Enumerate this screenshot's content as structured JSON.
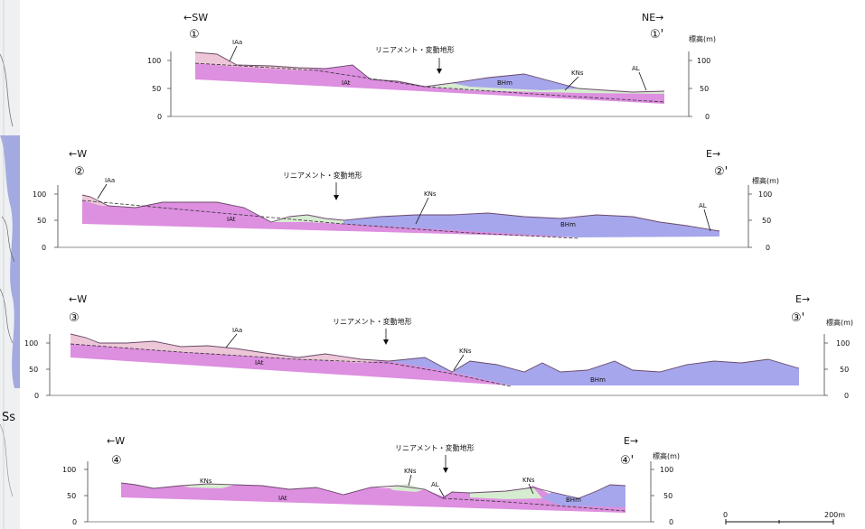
{
  "map_edge_label": "Ss",
  "sections": [
    {
      "id": 1,
      "left_direction": "←SW",
      "right_direction": "NE→",
      "start_point": "①",
      "end_point": "①'",
      "unit_label": "標高(m)",
      "lineament_label": "リニアメント・変動地形",
      "left_ticks": [
        "100",
        "50",
        "0"
      ],
      "right_ticks": [
        "100",
        "50",
        "0"
      ],
      "unit_labels": [
        "IAa",
        "IAt",
        "BHm",
        "KNs",
        "AL"
      ]
    },
    {
      "id": 2,
      "left_direction": "←W",
      "right_direction": "E→",
      "start_point": "②",
      "end_point": "②'",
      "unit_label": "標高(m)",
      "lineament_label": "リニアメント・変動地形",
      "left_ticks": [
        "100",
        "50",
        "0"
      ],
      "right_ticks": [
        "100",
        "50",
        "0"
      ],
      "unit_labels": [
        "IAa",
        "IAt",
        "KNs",
        "BHm",
        "AL"
      ]
    },
    {
      "id": 3,
      "left_direction": "←W",
      "right_direction": "E→",
      "start_point": "③",
      "end_point": "③'",
      "unit_label": "標高(m)",
      "lineament_label": "リニアメント・変動地形",
      "left_ticks": [
        "100",
        "50",
        "0"
      ],
      "right_ticks": [
        "100",
        "50",
        "0"
      ],
      "unit_labels": [
        "IAa",
        "IAt",
        "KNs",
        "BHm"
      ]
    },
    {
      "id": 4,
      "left_direction": "←W",
      "right_direction": "E→",
      "start_point": "④",
      "end_point": "④'",
      "unit_label": "標高(m)",
      "lineament_label": "リニアメント・変動地形",
      "left_ticks": [
        "100",
        "50",
        "0"
      ],
      "right_ticks": [
        "100",
        "50",
        "0"
      ],
      "unit_labels": [
        "KNs",
        "IAt",
        "KNs",
        "AL",
        "KNs",
        "BHm"
      ]
    }
  ],
  "scale_bar": {
    "start_label": "0",
    "end_label": "200m"
  },
  "colors": {
    "IAt": "#dd8fe0",
    "IAa": "#edc7d8",
    "BHm": "#a6a6ec",
    "KNs": "#d6ecd0"
  }
}
